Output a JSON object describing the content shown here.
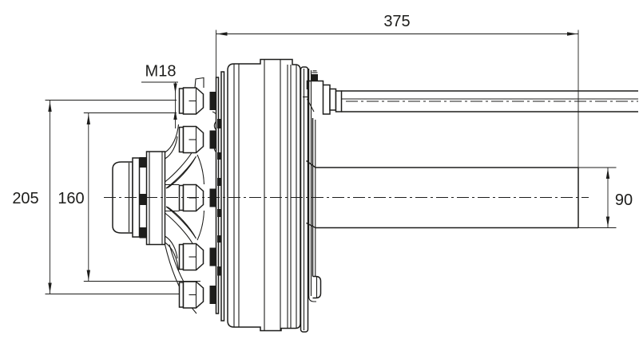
{
  "page": {
    "background": "#ffffff",
    "line_color": "#1d1d1b"
  },
  "drawing": {
    "dimensions": {
      "overall_length": {
        "label": "375"
      },
      "wheel_stud_thread": {
        "label": "M18"
      },
      "stud_circle": {
        "label": "205"
      },
      "hub_inner": {
        "label": "160"
      },
      "beam_height": {
        "label": "90"
      }
    }
  }
}
